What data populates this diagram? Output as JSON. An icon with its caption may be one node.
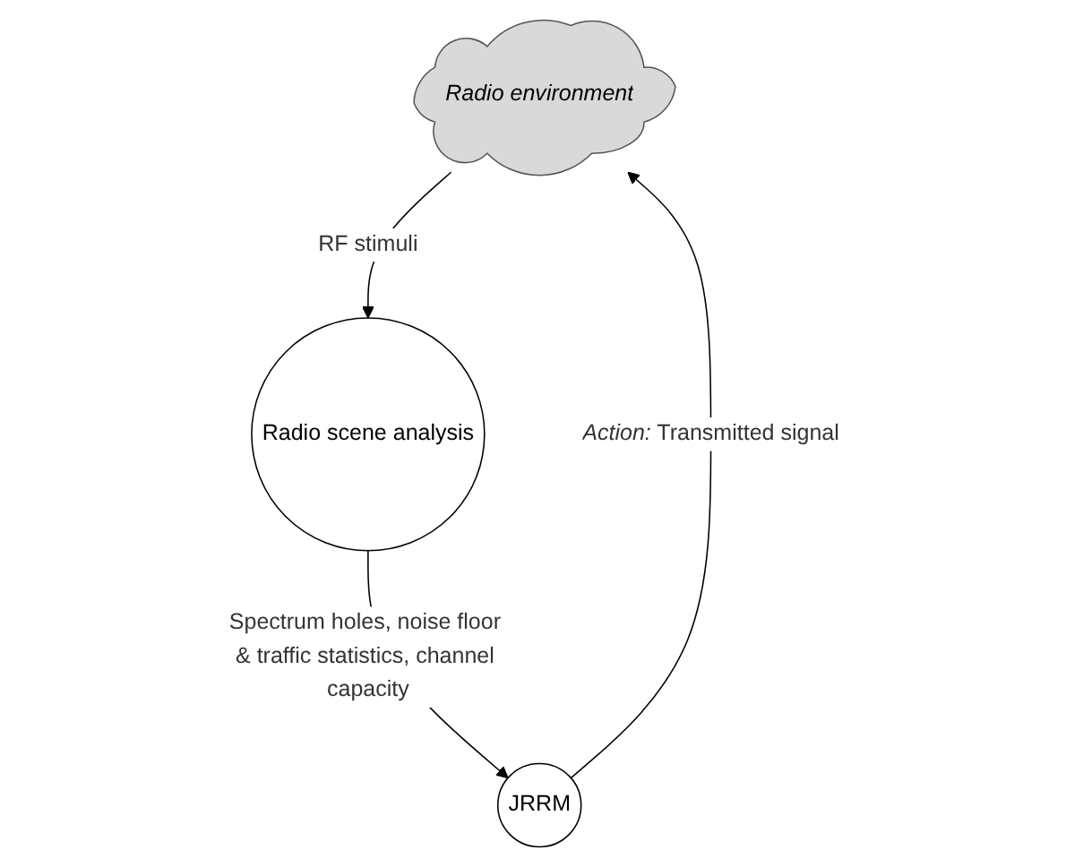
{
  "diagram": {
    "nodes": [
      {
        "text": [
          "Radio environment"
        ]
      },
      {
        "text": [
          "Radio scene analysis"
        ]
      },
      {
        "text": [
          "JRRM"
        ]
      }
    ],
    "edges": [
      {
        "from": 0,
        "to": 1,
        "arrow": "to",
        "label": "RF stimuli"
      },
      {
        "from": 1,
        "to": 2,
        "arrow": "to",
        "label": "Spectrum holes, noise floor & traffic statistics, channel capacity"
      },
      {
        "from": 2,
        "to": 0,
        "arrow": "to",
        "label": "*Action:* Transmitted signal"
      }
    ]
  }
}
